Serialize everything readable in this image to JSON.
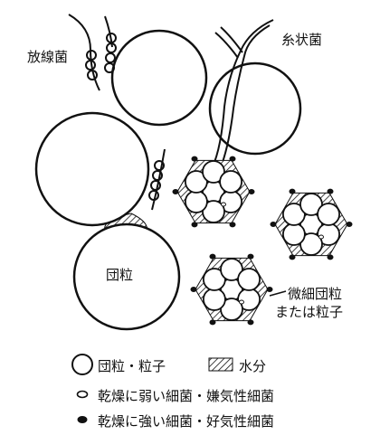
{
  "labels": {
    "actinomycetes": "放線菌",
    "filamentous_fungi": "糸状菌",
    "aggregate": "団粒",
    "micro_aggregate_line1": "微細団粒",
    "micro_aggregate_line2": "または粒子"
  },
  "legend": {
    "particle": "団粒・粒子",
    "water": "水分",
    "anaerobic": "乾燥に弱い細菌・嫌気性細菌",
    "aerobic": "乾燥に強い細菌・好気性細菌"
  }
}
